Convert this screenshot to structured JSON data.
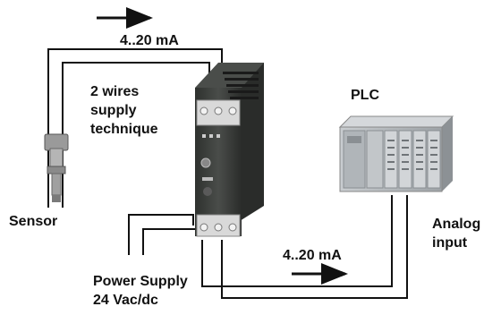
{
  "labels": {
    "top_current": "4..20 mA",
    "wires_line1": "2 wires",
    "wires_line2": "supply",
    "wires_line3": "technique",
    "plc": "PLC",
    "sensor": "Sensor",
    "analog_line1": "Analog",
    "analog_line2": "input",
    "bottom_current": "4..20 mA",
    "power_line1": "Power Supply",
    "power_line2": "24 Vac/dc"
  },
  "colors": {
    "wire": "#111111",
    "device_body": "#3a3d3a",
    "terminal_block": "#d9d9d9",
    "plc_body": "#bfc4c8"
  }
}
